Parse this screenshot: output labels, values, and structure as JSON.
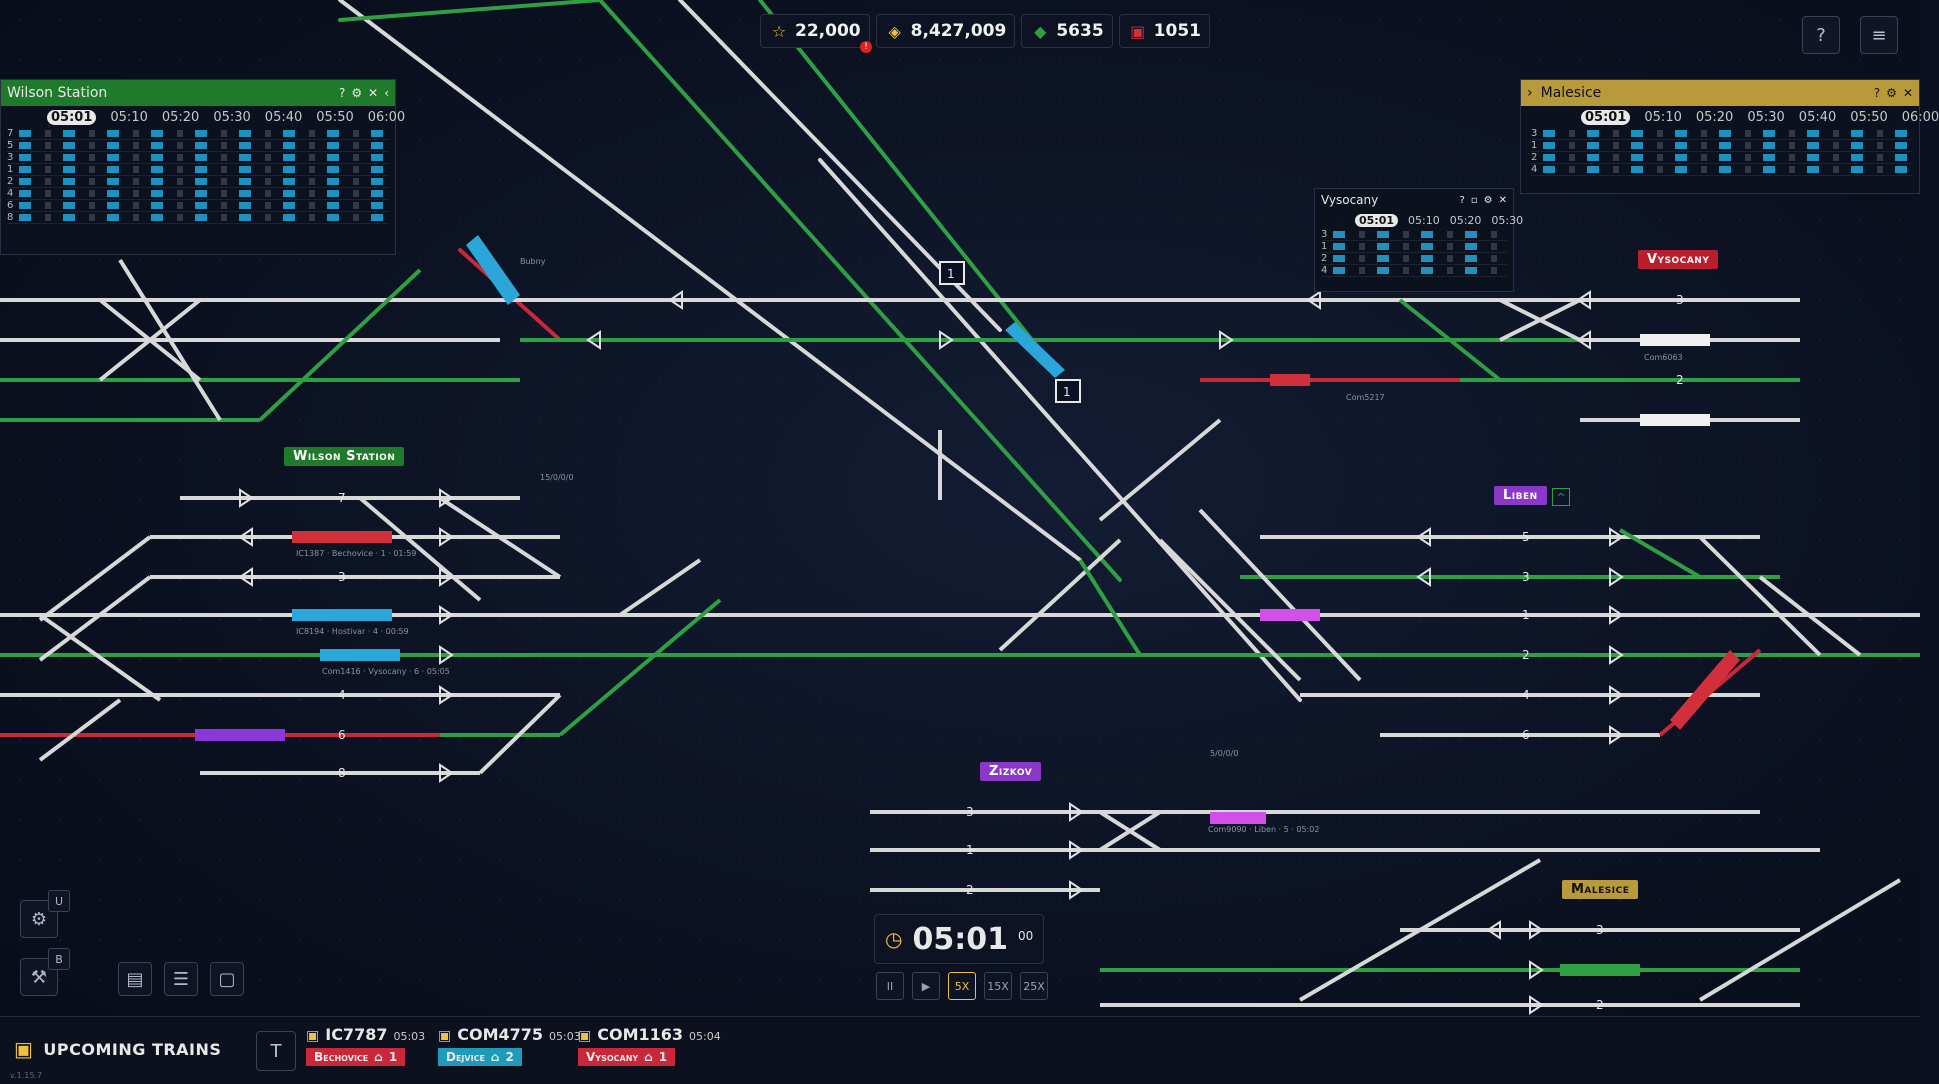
{
  "hud": {
    "rating": "22,000",
    "money": "8,427,009",
    "tickets": "5635",
    "trains": "1051",
    "alert_badge": "!"
  },
  "top_right": {
    "help_icon": "?",
    "menu_icon": "≡"
  },
  "panels": {
    "wilson": {
      "title": "Wilson Station",
      "times": [
        "05:01",
        "05:10",
        "05:20",
        "05:30",
        "05:40",
        "05:50",
        "06:00"
      ],
      "rows": [
        "7",
        "5",
        "3",
        "1",
        "2",
        "4",
        "6",
        "8"
      ],
      "color": "#1f7a2c"
    },
    "malesice": {
      "title": "Malesice",
      "times": [
        "05:01",
        "05:10",
        "05:20",
        "05:30",
        "05:40",
        "05:50",
        "06:00"
      ],
      "rows": [
        "3",
        "1",
        "2",
        "4"
      ],
      "color": "#b89a3a"
    },
    "vysocany": {
      "title": "Vysocany",
      "times": [
        "05:01",
        "05:10",
        "05:20",
        "05:30"
      ],
      "rows": [
        "3",
        "1",
        "2",
        "4"
      ]
    }
  },
  "stations": {
    "wilson": "Wilson Station",
    "vysocany": "Vysocany",
    "liben": "Liben",
    "zizkov": "Zizkov",
    "malesice": "Malesice"
  },
  "map_labels": {
    "wilson_tracks": [
      "7",
      "5",
      "3",
      "1",
      "2",
      "4",
      "6",
      "8"
    ],
    "liben_tracks": [
      "5",
      "3",
      "1",
      "2",
      "4",
      "6"
    ],
    "vysocany_tracks": [
      "3",
      "2"
    ],
    "zizkov_tracks": [
      "3",
      "1",
      "2"
    ],
    "malesice_tracks": [
      "3",
      "2"
    ],
    "block_markers": [
      "1",
      "1"
    ],
    "train_tags": [
      "IC1387 · Bechovice · 1 · 01:59",
      "IC8194 · Hostivar · 4 · 00:59",
      "Com1416 · Vysocany · 6 · 05:05",
      "Com9090 · Liben · 5 · 05:02",
      "Com6063",
      "Com5217",
      "Bubny"
    ],
    "counter": "15/0/0/0",
    "counter2": "5/0/0/0"
  },
  "clock": {
    "time": "05:01",
    "seconds": "00"
  },
  "speeds": {
    "pause": "II",
    "play": "▶",
    "s5": "5X",
    "s15": "15X",
    "s25": "25X"
  },
  "side": {
    "key_u": "U",
    "key_b": "B"
  },
  "bottom": {
    "title": "Upcoming Trains",
    "version": "v.1.15.7",
    "t_button": "T",
    "trains": [
      {
        "id": "IC7787",
        "time": "05:03",
        "dest": "Bechovice",
        "platform": "1",
        "color": "#c8283a"
      },
      {
        "id": "COM4775",
        "time": "05:03",
        "dest": "Dejvice",
        "platform": "2",
        "color": "#1e9bb8"
      },
      {
        "id": "COM1163",
        "time": "05:04",
        "dest": "Vysocany",
        "platform": "1",
        "color": "#c8283a"
      }
    ]
  }
}
